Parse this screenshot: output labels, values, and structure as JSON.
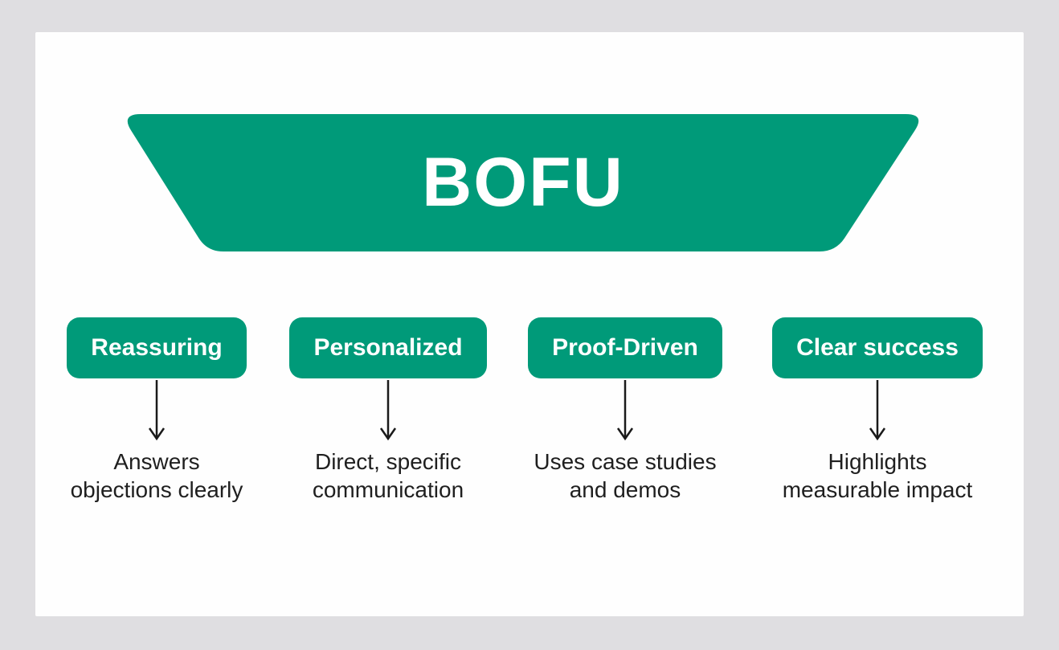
{
  "funnel": {
    "title": "BOFU"
  },
  "attributes": [
    {
      "label": "Reassuring",
      "lines": [
        "Answers",
        "objections clearly"
      ]
    },
    {
      "label": "Personalized",
      "lines": [
        "Direct, specific",
        "communication"
      ]
    },
    {
      "label": "Proof-Driven",
      "lines": [
        "Uses case studies",
        "and demos"
      ]
    },
    {
      "label": "Clear success",
      "lines": [
        "Highlights",
        "measurable impact"
      ]
    }
  ],
  "icons": {
    "connector": "down-arrow"
  },
  "colors": {
    "accent_green": "#009a79",
    "background": "#dfdee1",
    "card": "#fefefe",
    "text": "#1f1f1f",
    "title_text": "#ffffff"
  }
}
